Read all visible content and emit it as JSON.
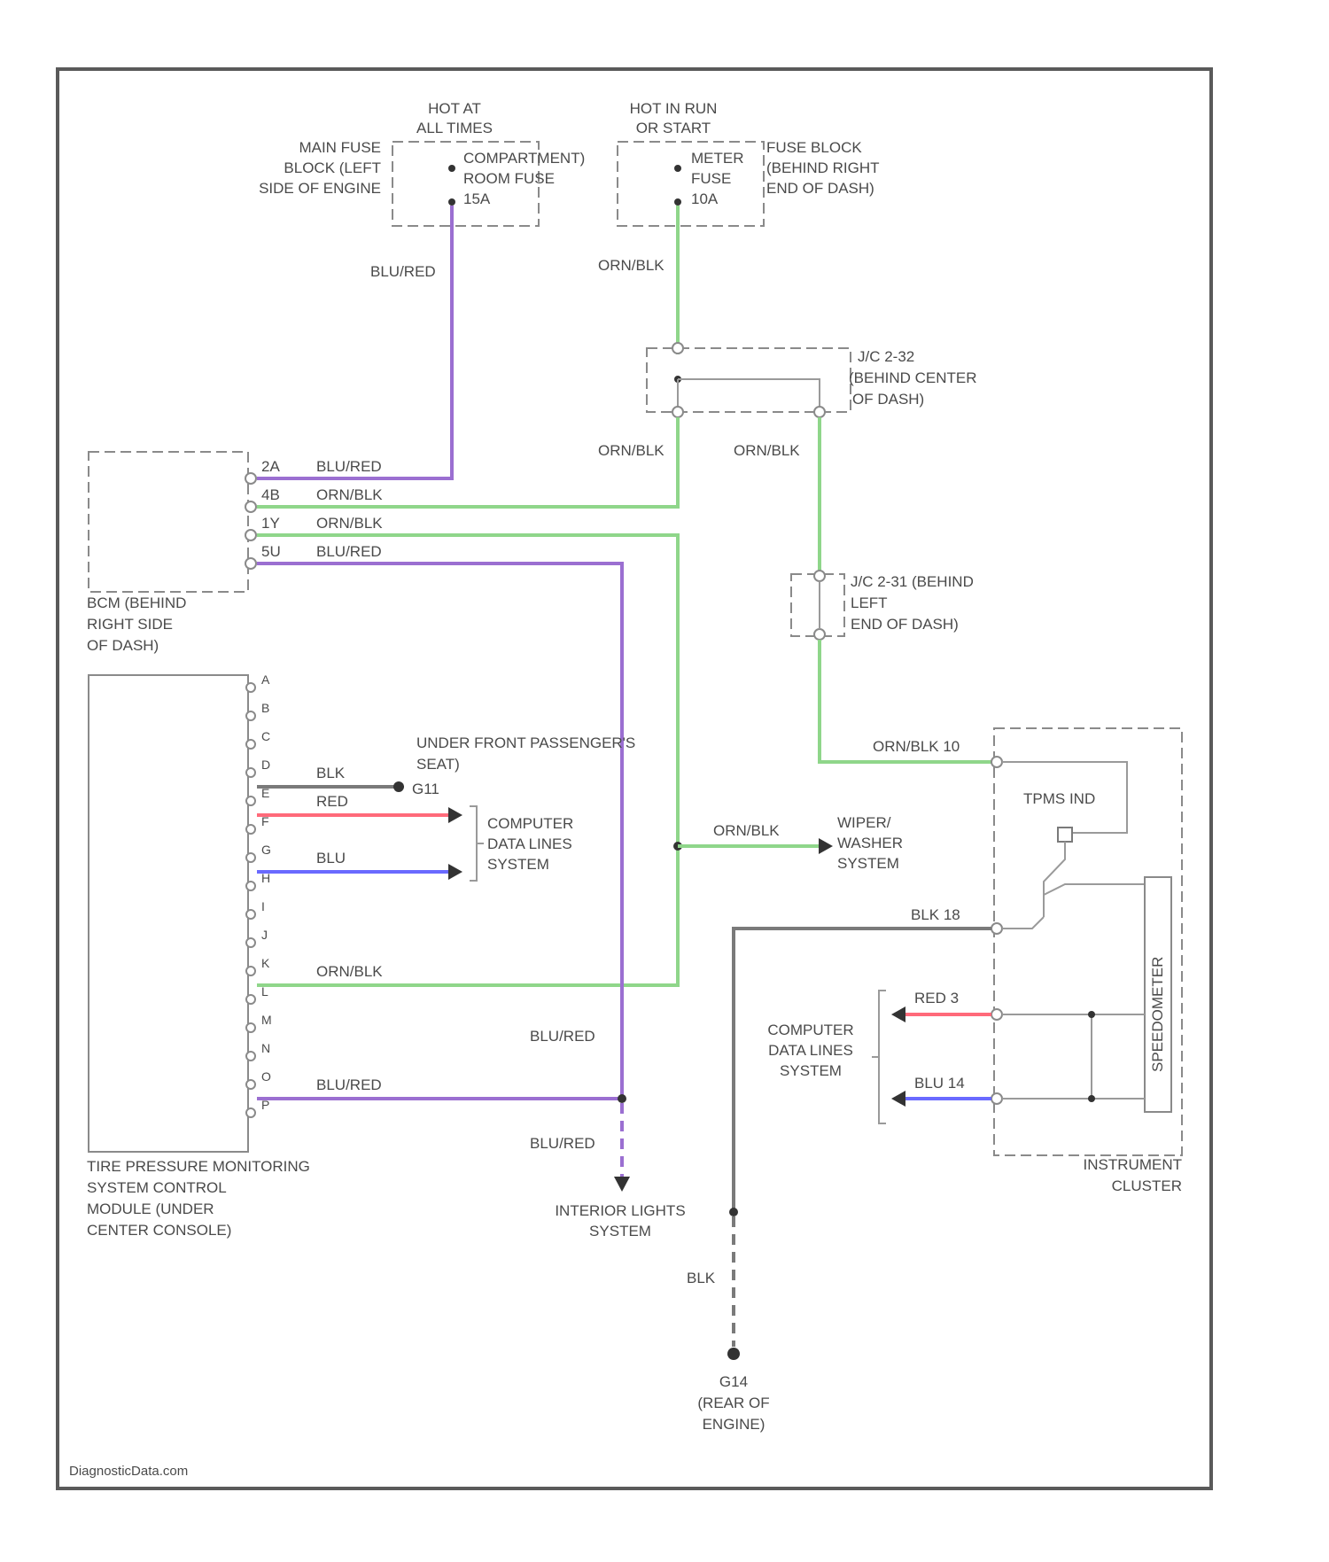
{
  "hot_at_all_times": [
    "HOT AT",
    "ALL TIMES"
  ],
  "hot_in_run_or_start": [
    "HOT IN RUN",
    "OR START"
  ],
  "main_fuse_block": [
    "MAIN FUSE",
    "BLOCK (LEFT",
    "SIDE OF ENGINE"
  ],
  "compartment_room_fuse": [
    "COMPARTMENT)",
    "ROOM FUSE",
    "15A"
  ],
  "meter_fuse": [
    "METER",
    "FUSE",
    "10A"
  ],
  "fuse_block": [
    "FUSE BLOCK",
    "(BEHIND RIGHT",
    "END OF DASH)"
  ],
  "jb_top": [
    "J/C 2-32",
    "(BEHIND CENTER",
    "OF DASH)"
  ],
  "jb_mid": [
    "J/C 2-31 (BEHIND",
    "LEFT",
    "END OF DASH)"
  ],
  "bcm": [
    "BCM (BEHIND",
    "RIGHT SIDE",
    "OF DASH)"
  ],
  "bcm_pins": [
    "2A",
    "4B",
    "1Y",
    "5U"
  ],
  "under_front_seat": [
    "UNDER FRONT PASSENGER'S",
    "SEAT)"
  ],
  "ground_g11": "G11",
  "computer_data_lines_1": [
    "COMPUTER",
    "DATA LINES",
    "SYSTEM"
  ],
  "computer_data_lines_2": [
    "COMPUTER",
    "DATA LINES",
    "SYSTEM"
  ],
  "wiper_washer": [
    "WIPER/",
    "WASHER",
    "SYSTEM"
  ],
  "interior_lights": [
    "INTERIOR LIGHTS",
    "SYSTEM"
  ],
  "tpms_module": [
    "TIRE PRESSURE MONITORING",
    "SYSTEM CONTROL",
    "MODULE (UNDER",
    "CENTER CONSOLE)"
  ],
  "tpms_pins": [
    "A",
    "B",
    "C",
    "D",
    "E",
    "F",
    "G",
    "H",
    "I",
    "J",
    "K",
    "L",
    "M",
    "N",
    "O",
    "P"
  ],
  "instrument_cluster": [
    "INSTRUMENT",
    "CLUSTER"
  ],
  "tpms_ind": "TPMS IND",
  "speedometer": "SPEEDOMETER",
  "ground_g14": [
    "G14",
    "(REAR OF",
    "ENGINE)"
  ],
  "watermark": "DiagnosticData.com",
  "wires": {
    "blu_red": "BLU/RED",
    "orn_blk": "ORN/BLK",
    "blk": "BLK",
    "red": "RED",
    "blu": "BLU",
    "orn_blk_10": "ORN/BLK  10",
    "blk_18": "BLK  18",
    "red_3": "RED  3",
    "blu_14": "BLU  14"
  },
  "colors": {
    "purple": "#9b6fd1",
    "green": "#8fd68a",
    "red": "#ff6a7a",
    "blue": "#6a6aff",
    "gray": "#7a7a7a"
  }
}
